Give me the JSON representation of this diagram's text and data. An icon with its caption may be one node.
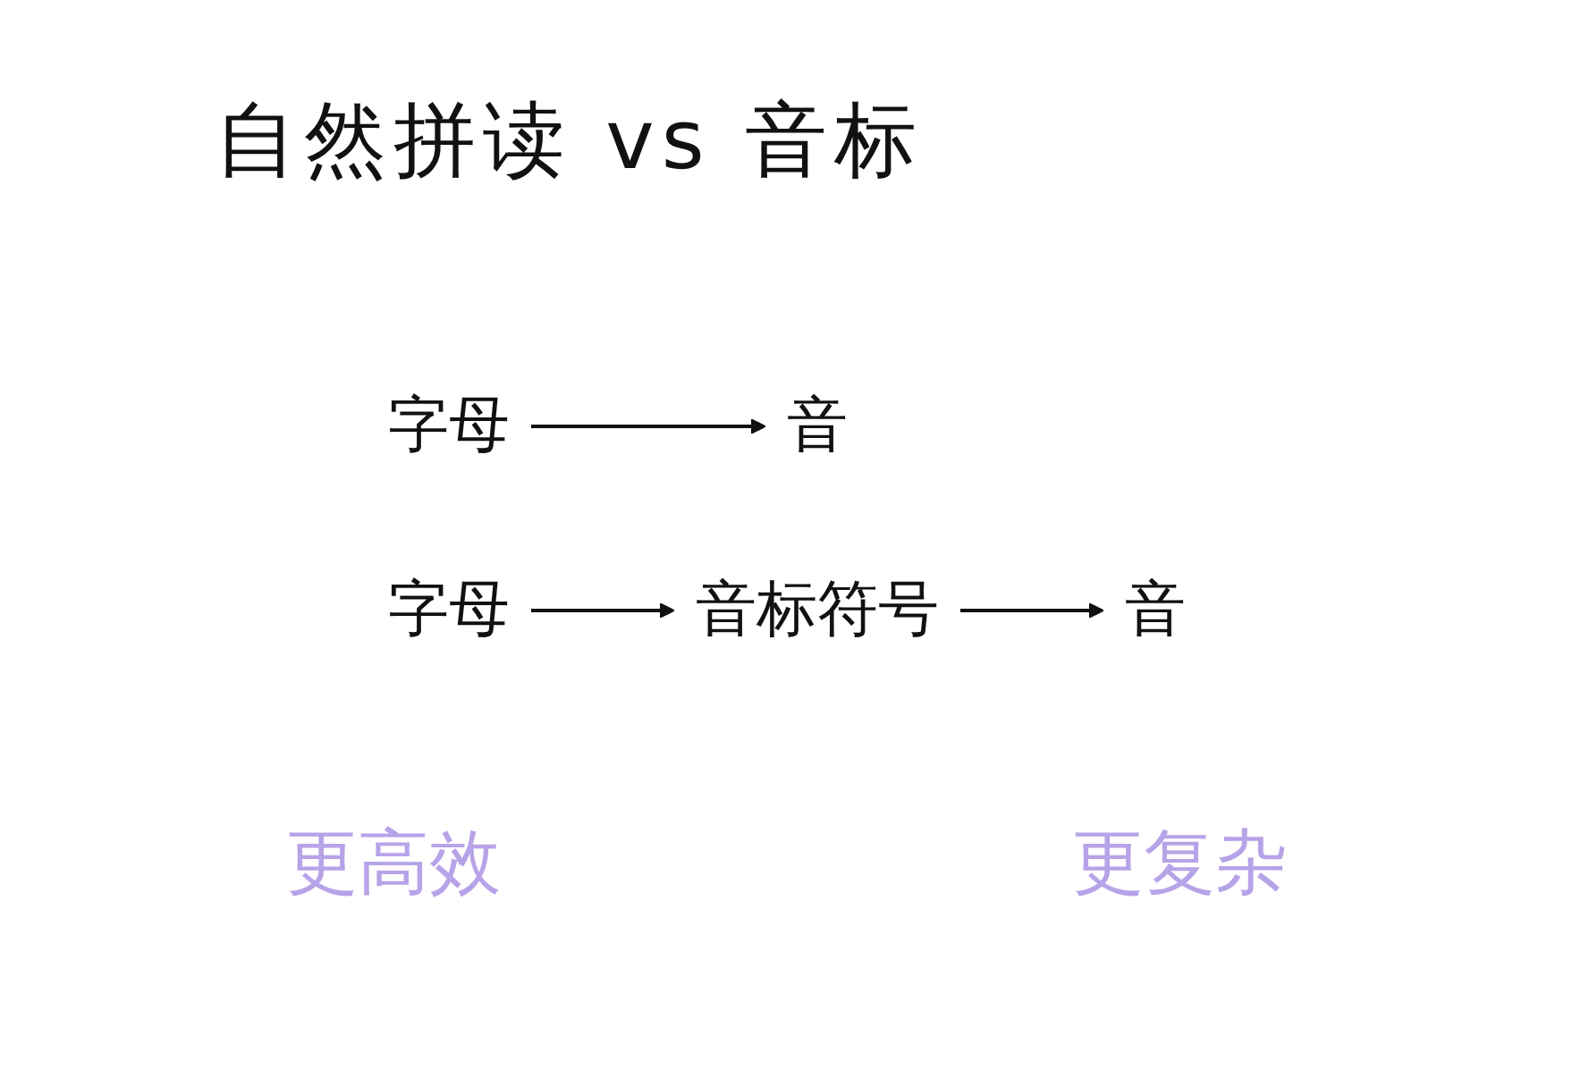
{
  "diagram": {
    "title": "自然拼读 vs 音标",
    "nodes": [
      {
        "text": [
          "字母"
        ]
      },
      {
        "text": [
          "音"
        ]
      },
      {
        "text": [
          "字母"
        ]
      },
      {
        "text": [
          "音标符号"
        ]
      },
      {
        "text": [
          "音"
        ]
      }
    ],
    "edges": [
      {
        "from": 0,
        "to": 1,
        "arrow": "to"
      },
      {
        "from": 2,
        "to": 3,
        "arrow": "to"
      },
      {
        "from": 3,
        "to": 4,
        "arrow": "to"
      }
    ],
    "labels": [
      "更高效",
      "更复杂"
    ]
  }
}
